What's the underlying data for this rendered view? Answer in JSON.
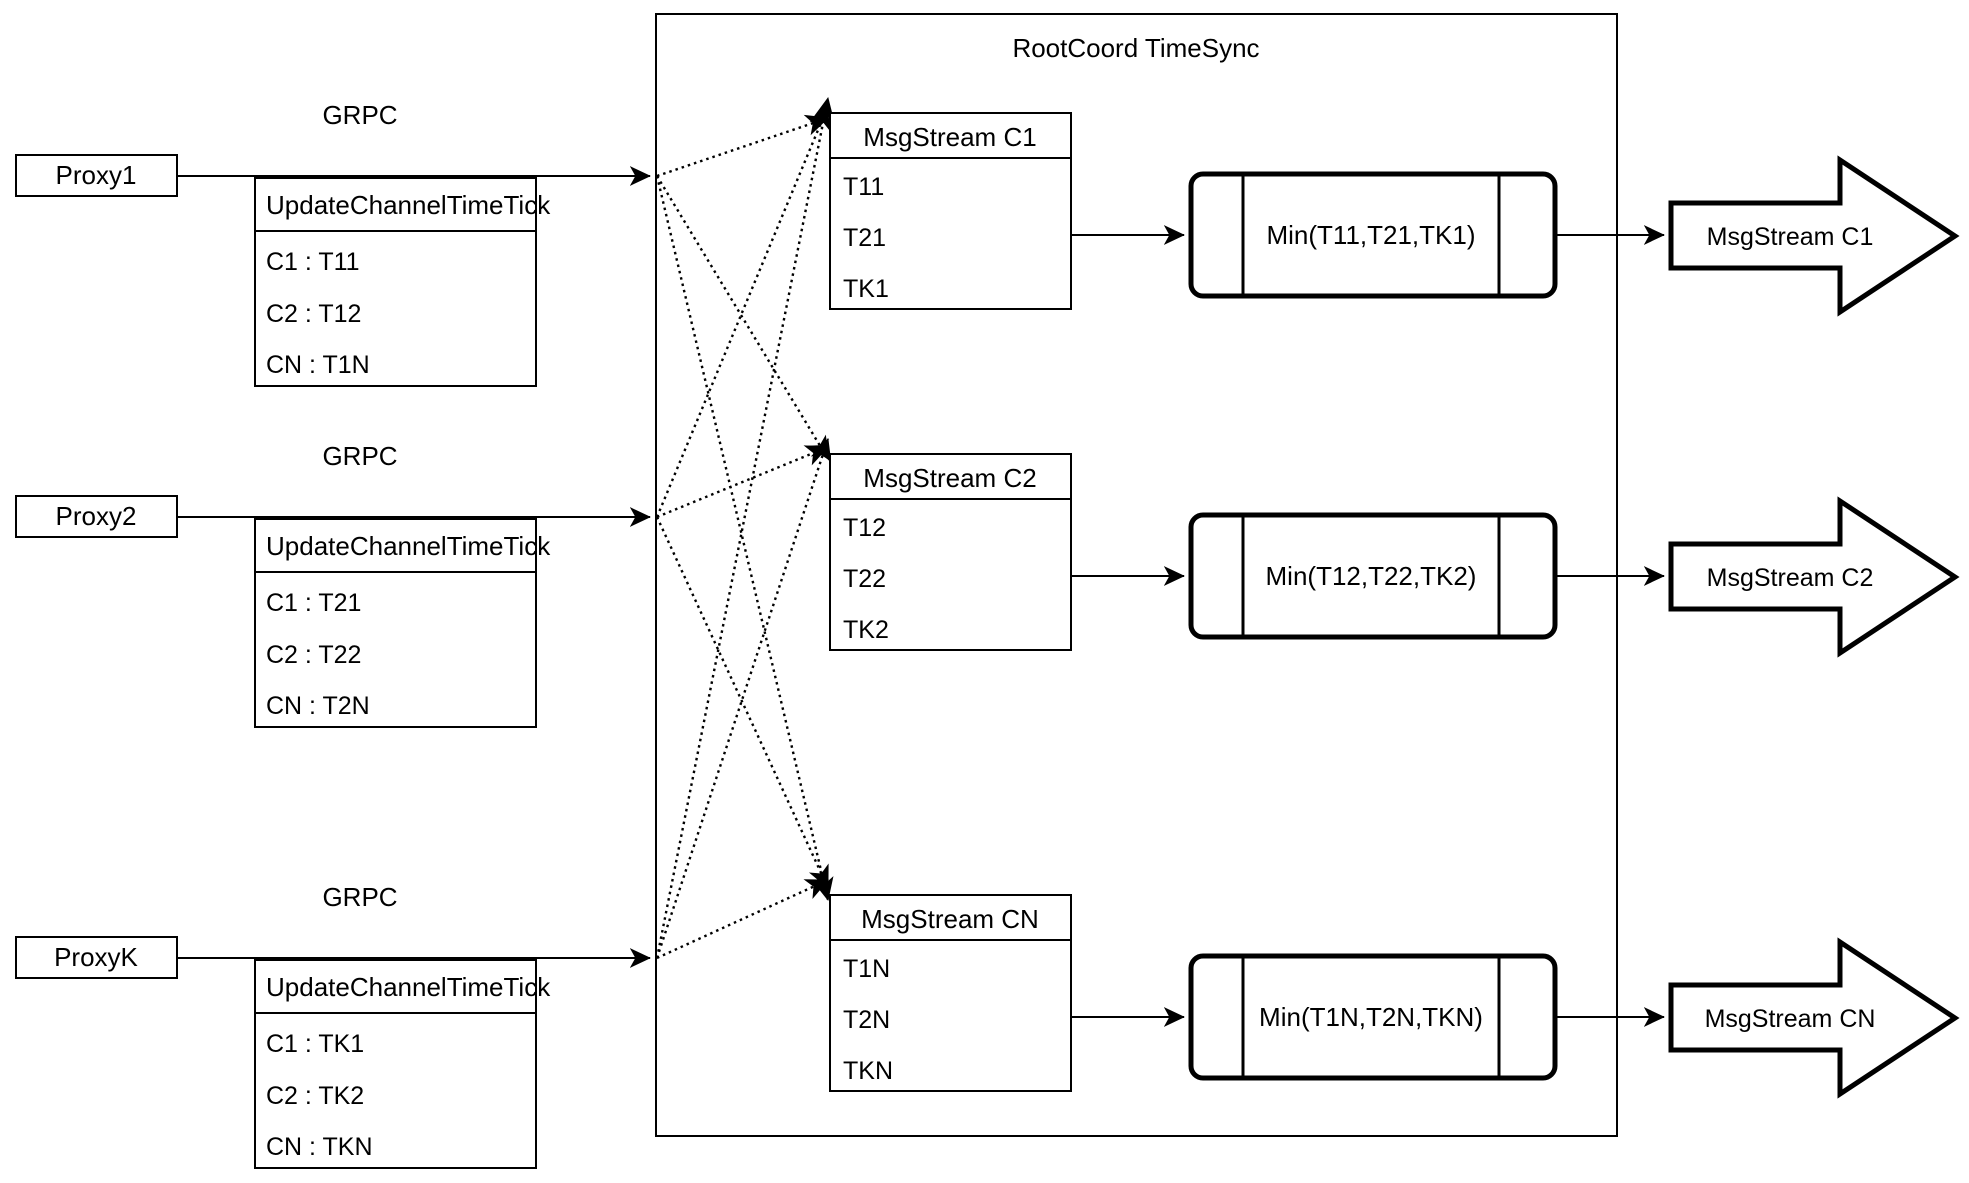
{
  "container": {
    "title": "RootCoord TimeSync"
  },
  "link_label": "GRPC",
  "proxies": [
    {
      "name": "Proxy1",
      "rpc_title": "UpdateChannelTimeTick",
      "entries": [
        "C1 :  T11",
        "C2 :  T12",
        "CN : T1N"
      ]
    },
    {
      "name": "Proxy2",
      "rpc_title": "UpdateChannelTimeTick",
      "entries": [
        "C1 :  T21",
        "C2 :  T22",
        "CN : T2N"
      ]
    },
    {
      "name": "ProxyK",
      "rpc_title": "UpdateChannelTimeTick",
      "entries": [
        "C1 :  TK1",
        "C2 :  TK2",
        "CN : TKN"
      ]
    }
  ],
  "channels": [
    {
      "stream_title": "MsgStream C1",
      "ticks": [
        "T11",
        "T21",
        "TK1"
      ],
      "min_label": "Min(T11,T21,TK1)",
      "output_label": "MsgStream C1"
    },
    {
      "stream_title": "MsgStream C2",
      "ticks": [
        "T12",
        "T22",
        "TK2"
      ],
      "min_label": "Min(T12,T22,TK2)",
      "output_label": "MsgStream C2"
    },
    {
      "stream_title": "MsgStream CN",
      "ticks": [
        "T1N",
        "T2N",
        "TKN"
      ],
      "min_label": "Min(T1N,T2N,TKN)",
      "output_label": "MsgStream CN"
    }
  ],
  "colors": {
    "stroke": "#000000",
    "background": "#ffffff"
  }
}
